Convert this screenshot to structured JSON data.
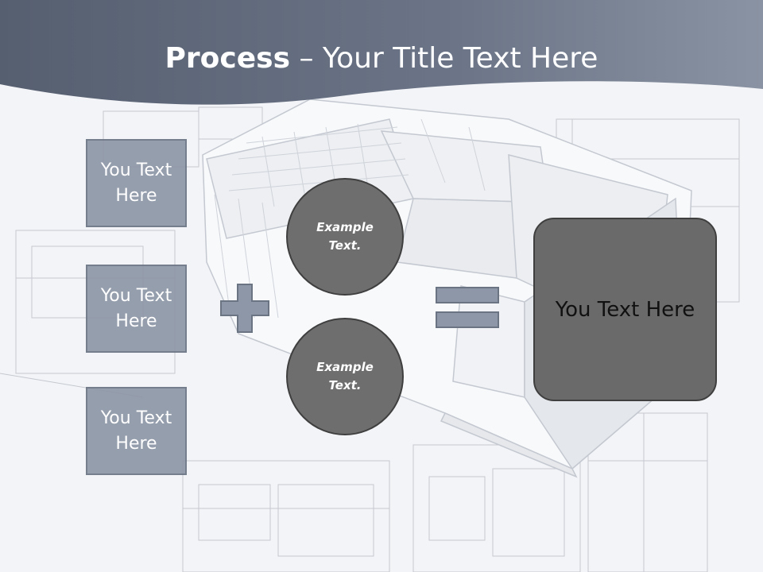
{
  "header": {
    "title_bold": "Process",
    "title_rest": " – Your Title Text Here"
  },
  "boxes": [
    {
      "label": "You Text Here"
    },
    {
      "label": "You Text Here"
    },
    {
      "label": "You Text Here"
    }
  ],
  "circles": [
    {
      "label": "Example Text."
    },
    {
      "label": "Example Text."
    }
  ],
  "result": {
    "label": "You Text Here"
  },
  "symbols": {
    "plus": "plus-icon",
    "equals": "equals-icon"
  },
  "colors": {
    "header": "#5b6577",
    "box": "#8e97a7",
    "circle": "#6e6e6e",
    "result": "#6a6a6a"
  }
}
